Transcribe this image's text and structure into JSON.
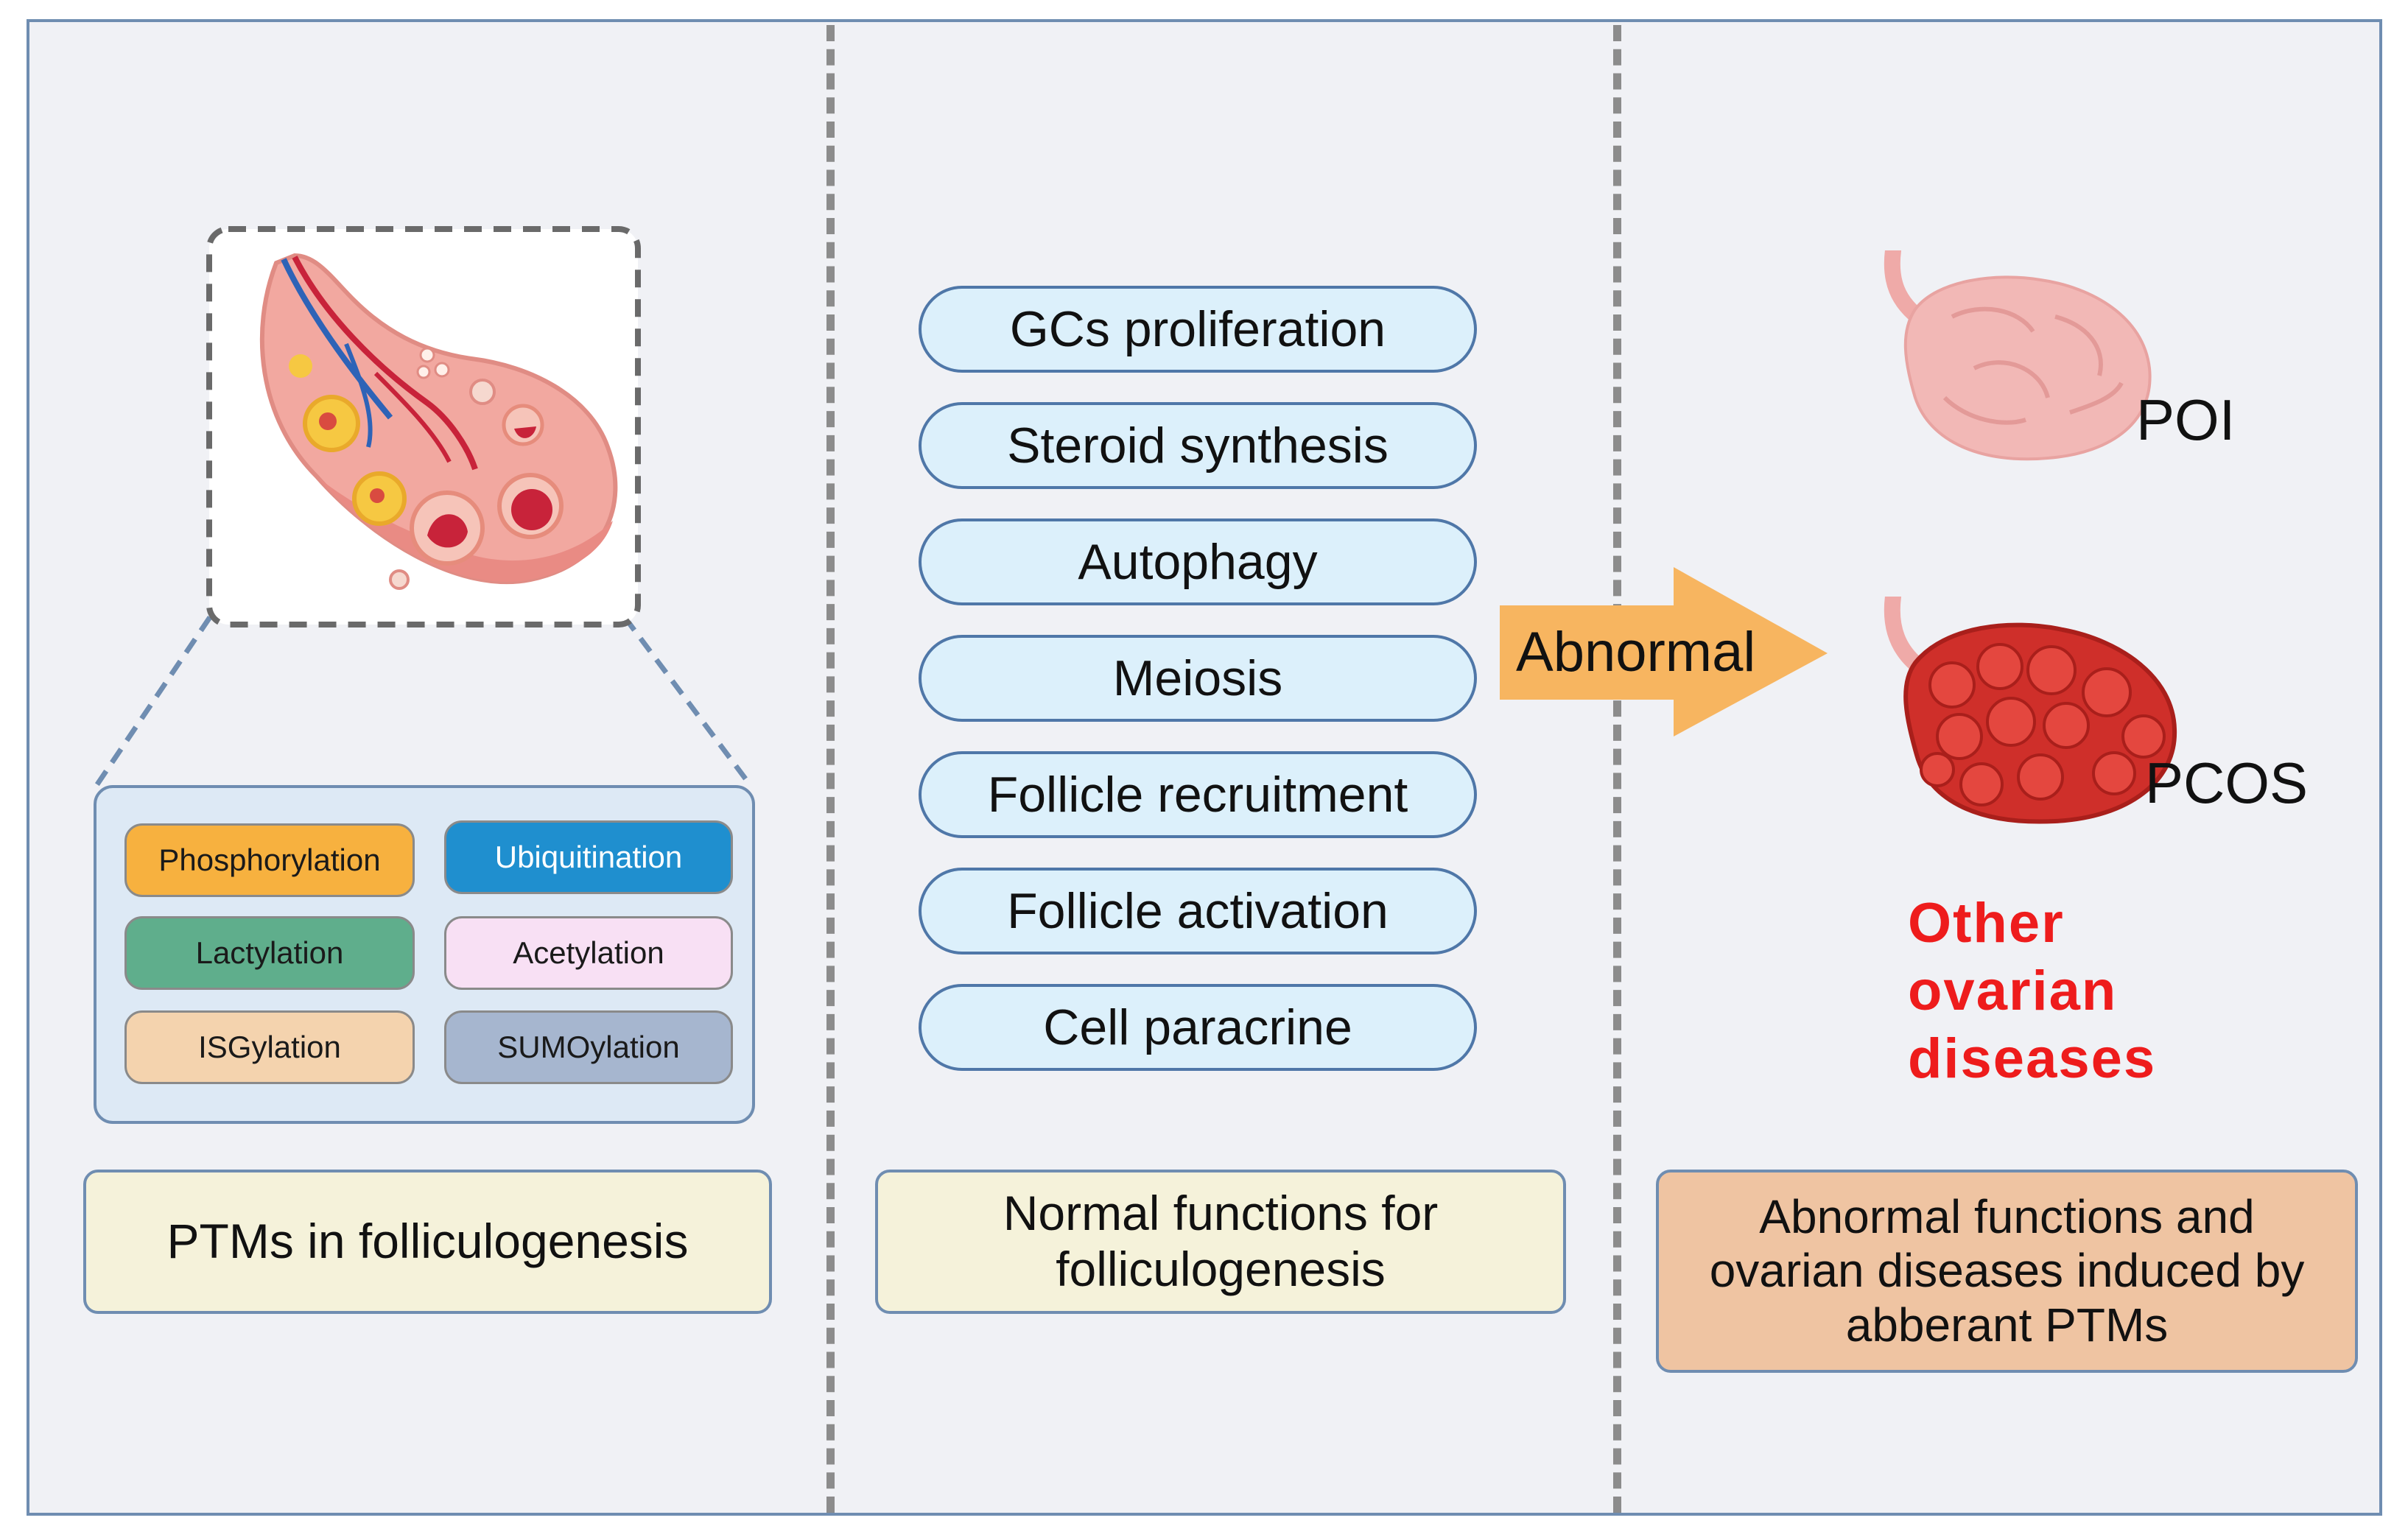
{
  "colors": {
    "panel_bg": "#f0f1f5",
    "frame_border": "#6f8db1",
    "divider": "#8c8c8c",
    "ptm_box_bg": "#dde9f5",
    "function_bg": "#dcf0fb",
    "function_border": "#4f77a8",
    "caption_yellow": "#f5f2da",
    "caption_orange": "#efc4a2",
    "arrow": "#f7b560",
    "highlight_red": "#ee1c1c"
  },
  "left_panel": {
    "ptms": [
      {
        "label": "Phosphorylation",
        "color": "#f7b13f"
      },
      {
        "label": "Ubiquitination",
        "color": "#1f8fcf"
      },
      {
        "label": "Lactylation",
        "color": "#5fae8c"
      },
      {
        "label": "Acetylation",
        "color": "#f8e0f4"
      },
      {
        "label": "ISGylation",
        "color": "#f4d3ae"
      },
      {
        "label": "SUMOylation",
        "color": "#a6b6cf"
      }
    ],
    "caption": "PTMs in folliculogenesis"
  },
  "middle_panel": {
    "functions": [
      "GCs proliferation",
      "Steroid synthesis",
      "Autophagy",
      "Meiosis",
      "Follicle recruitment",
      "Follicle activation",
      "Cell paracrine"
    ],
    "caption_lines": [
      "Normal functions for",
      "folliculogenesis"
    ]
  },
  "arrow": {
    "label": "Abnormal"
  },
  "right_panel": {
    "diseases": [
      {
        "label": "POI",
        "color": "#f2b8b6"
      },
      {
        "label": "PCOS",
        "color": "#cf2f2a"
      }
    ],
    "other_lines": [
      "Other",
      "ovarian",
      "diseases"
    ],
    "caption_lines": [
      "Abnormal functions and",
      "ovarian diseases induced by",
      "abberant PTMs"
    ]
  }
}
